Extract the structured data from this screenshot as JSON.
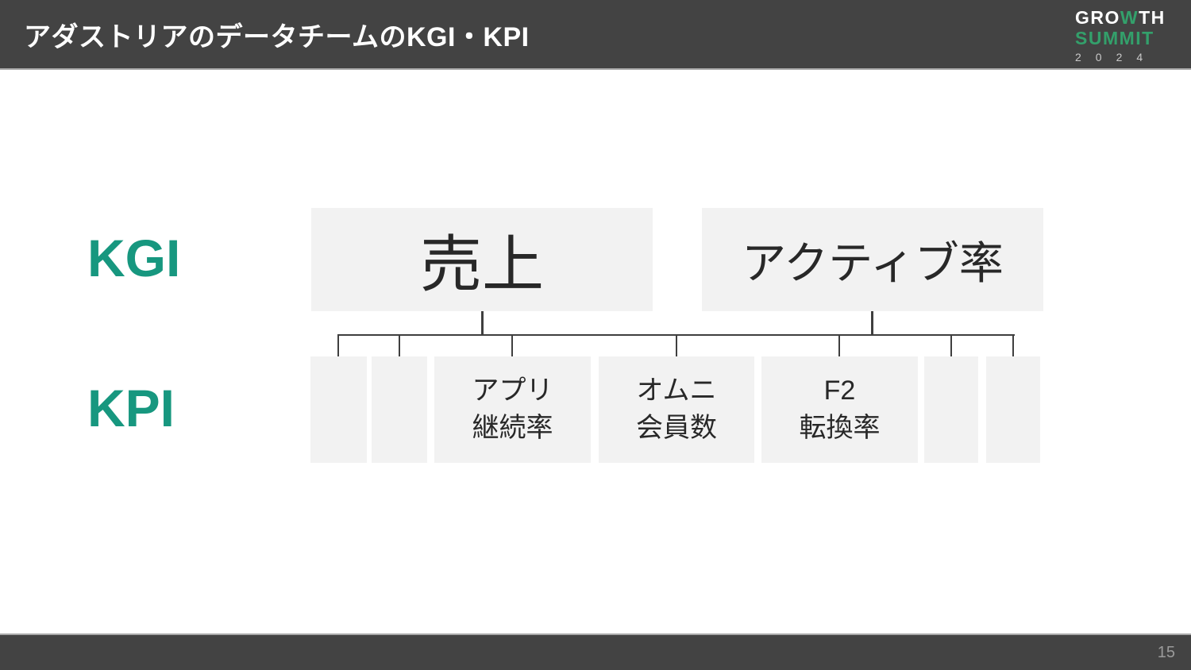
{
  "header": {
    "title": "アダストリアのデータチームのKGI・KPI",
    "logo": {
      "growth_pre": "GRO",
      "growth_w": "W",
      "growth_post": "TH",
      "summit": "SUMMIT",
      "year": "2024"
    }
  },
  "labels": {
    "kgi": "KGI",
    "kpi": "KPI"
  },
  "kgi_boxes": [
    {
      "label": "売上"
    },
    {
      "label": "アクティブ率"
    }
  ],
  "kpi_boxes": [
    {
      "line1": "",
      "line2": ""
    },
    {
      "line1": "",
      "line2": ""
    },
    {
      "line1": "アプリ",
      "line2": "継続率"
    },
    {
      "line1": "オムニ",
      "line2": "会員数"
    },
    {
      "line1": "F2",
      "line2": "転換率"
    },
    {
      "line1": "",
      "line2": ""
    },
    {
      "line1": "",
      "line2": ""
    }
  ],
  "footer": {
    "page_number": "15"
  },
  "colors": {
    "accent_teal": "#17977f",
    "logo_green": "#33a06b",
    "bar_dark": "#434343",
    "box_gray": "#f2f2f2",
    "line_dark": "#3f3f3f"
  }
}
